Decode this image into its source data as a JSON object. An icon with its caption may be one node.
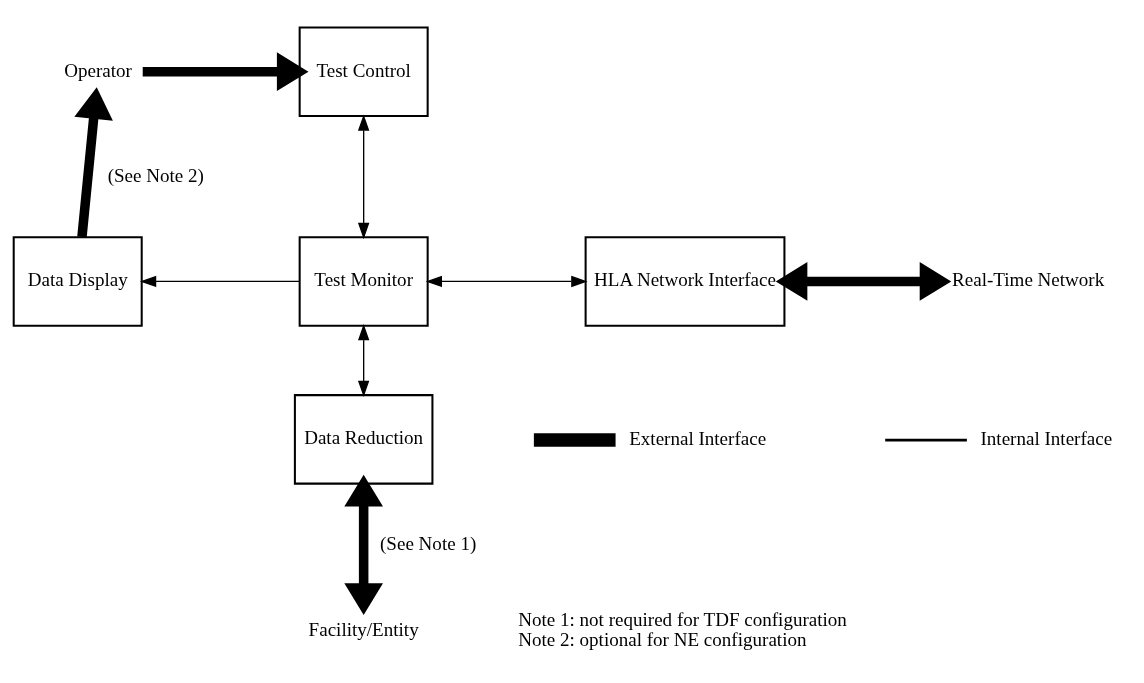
{
  "diagram": {
    "nodes": [
      {
        "text": [
          "Operator"
        ]
      },
      {
        "text": [
          "Test Control"
        ]
      },
      {
        "text": [
          "Data Display"
        ]
      },
      {
        "text": [
          "Test Monitor"
        ]
      },
      {
        "text": [
          "HLA Network Interface"
        ]
      },
      {
        "text": [
          "Real-Time Network"
        ]
      },
      {
        "text": [
          "Data Reduction"
        ]
      },
      {
        "text": [
          "Facility/Entity"
        ]
      }
    ],
    "edges": [
      {
        "from": 0,
        "to": 1,
        "arrow": "to",
        "style": "thick"
      },
      {
        "from": 2,
        "to": 0,
        "arrow": "to",
        "style": "thick",
        "label": "(See Note 2)"
      },
      {
        "from": 1,
        "to": 3,
        "arrow": "both"
      },
      {
        "from": 3,
        "to": 2,
        "arrow": "to"
      },
      {
        "from": 3,
        "to": 4,
        "arrow": "both"
      },
      {
        "from": 4,
        "to": 5,
        "arrow": "both",
        "style": "thick"
      },
      {
        "from": 3,
        "to": 6,
        "arrow": "both"
      },
      {
        "from": 6,
        "to": 7,
        "arrow": "both",
        "style": "thick",
        "label": "(See Note 1)"
      }
    ],
    "labels": [
      "Note 1: not required for TDF configuration",
      "Note 2: optional for NE configuration"
    ],
    "legend": [
      {
        "text": "External Interface"
      },
      {
        "text": "Internal Interface"
      }
    ]
  }
}
